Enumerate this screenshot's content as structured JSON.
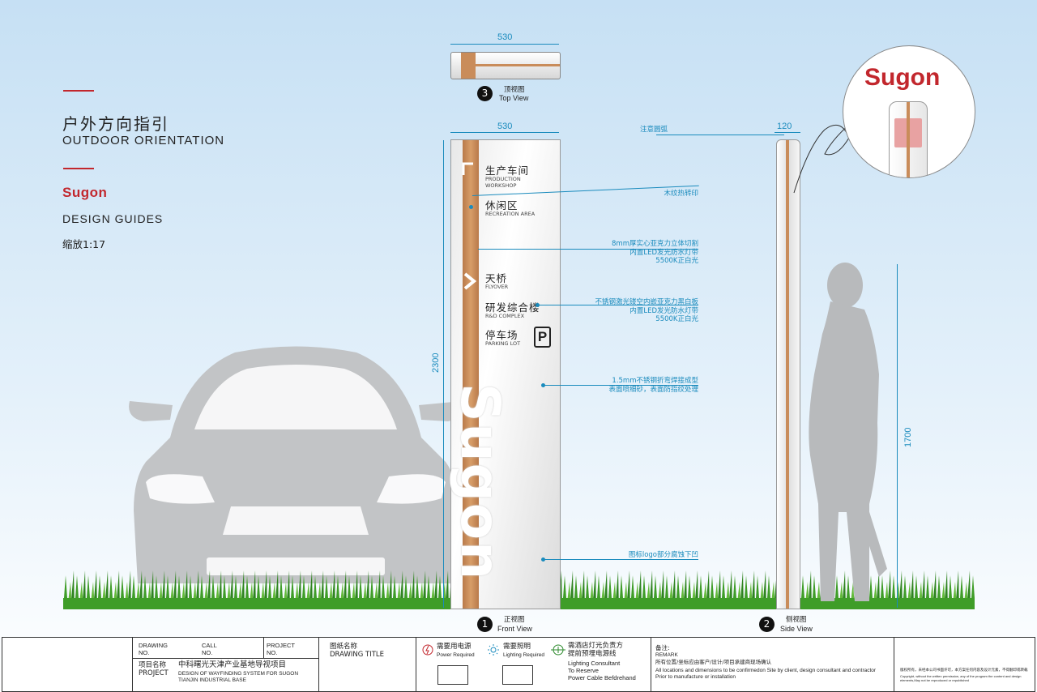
{
  "header": {
    "title_zh": "户外方向指引",
    "title_en": "OUTDOOR ORIENTATION",
    "brand": "Sugon",
    "subtitle": "DESIGN GUIDES",
    "scale": "缩放1:17"
  },
  "top_view": {
    "width": "530",
    "label_zh": "顶视图",
    "label_en": "Top View",
    "number": "3"
  },
  "front_view": {
    "width": "530",
    "height": "2300",
    "label_zh": "正视图",
    "label_en": "Front View",
    "number": "1",
    "vertical_logo": "Sugon",
    "directory": [
      {
        "zh": "生产车间",
        "en": "PRODUCTION\nWORKSHOP"
      },
      {
        "zh": "休闲区",
        "en": "RECREATION AREA"
      },
      {
        "zh": "天桥",
        "en": "FLYOVER"
      },
      {
        "zh": "研发综合楼",
        "en": "R&D COMPLEX"
      },
      {
        "zh": "停车场",
        "en": "PARKING LOT"
      }
    ],
    "parking_symbol": "P"
  },
  "side_view": {
    "width": "120",
    "person_height": "1700",
    "label_zh": "侧视图",
    "label_en": "Side View",
    "number": "2"
  },
  "detail_logo": "Sugon",
  "callouts": {
    "arc": "注意圆弧",
    "wood": "木纹热转印",
    "acrylic": "8mm厚实心亚克力立体切割\n内置LED发光防水灯带\n5500K正白光",
    "steel_inlay": "不锈钢激光镂空内嵌亚克力黑白板\n内置LED发光防水灯带\n5500K正白光",
    "steel_body": "1.5mm不锈钢折弯焊接成型\n表面喷细砂，表面防指纹处理",
    "logo_etch": "图标logo部分腐蚀下凹"
  },
  "title_block": {
    "drawing_no": "DRAWING\nNO.",
    "call_no": "CALL\nNO.",
    "project_no": "PROJECT\nNO.",
    "project_label": "项目名称\nPROJECT",
    "project_name_zh": "中科曙光天津产业基地导视项目",
    "project_name_en": "DESIGN OF WAYFINDING SYSTEM FOR SUGON\nTIANJIN INDUSTRIAL BASE",
    "drawing_title": "图纸名称\nDRAWING TITLE",
    "power_zh": "需要用电源",
    "power_en": "Power Required",
    "light_zh": "需要照明",
    "light_en": "Lighting Required",
    "consult_zh": "需酒店灯光负责方\n提前预埋电源线",
    "consult_en": "Lighting Consultant\nTo Reserve\nPower Cable Befdrehand",
    "remark_zh": "备注:",
    "remark_en": "REMARK",
    "remark_line1": "所有位置/坐标应由客户/设计/项目承建商现场确认",
    "remark_line2": "All locations and dimensions to be confirmedon Site by client, design consultant and contractor",
    "remark_line3": "Prior to manufacture or installation",
    "copyright_zh": "版权所有，未经本公司书面许可，本方案任何内容及设计元素，不得翻印或转载",
    "copyright_en": "Copyright, without the written permission, any of the program the content and design elements,May not be reproduced or republished"
  },
  "colors": {
    "brand_red": "#c2272d",
    "callout_blue": "#1a8bbd",
    "wood": "#c98c5a",
    "grass": "#3f9d28"
  }
}
